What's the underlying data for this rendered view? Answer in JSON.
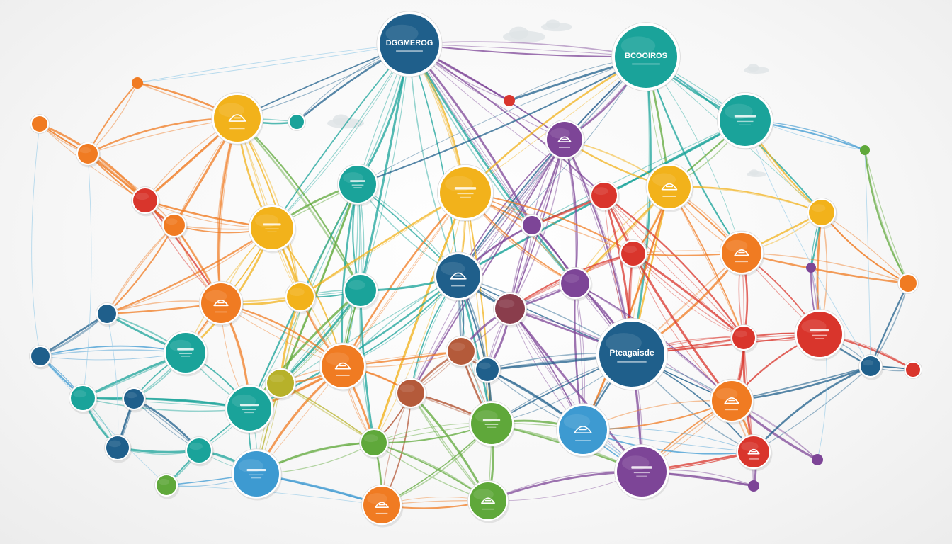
{
  "diagram": {
    "type": "network",
    "background": "#f6f6f6",
    "palette": {
      "navy": "#1f5f8b",
      "teal": "#1aa39a",
      "orange": "#f07b22",
      "red": "#d9352c",
      "purple": "#7d4597",
      "yellow": "#f2b21b",
      "green": "#5fa83a",
      "lightblue": "#3d9ad1",
      "olive": "#b7b12a",
      "brown": "#b45a3a",
      "maroon": "#8a3d4c"
    },
    "hub_labels": [
      {
        "id": "hub-top-center",
        "text": "DGGMEROG"
      },
      {
        "id": "hub-top-right",
        "text": "BCOOIROS"
      },
      {
        "id": "hub-center-right",
        "text": "Pteagaisde"
      }
    ]
  }
}
